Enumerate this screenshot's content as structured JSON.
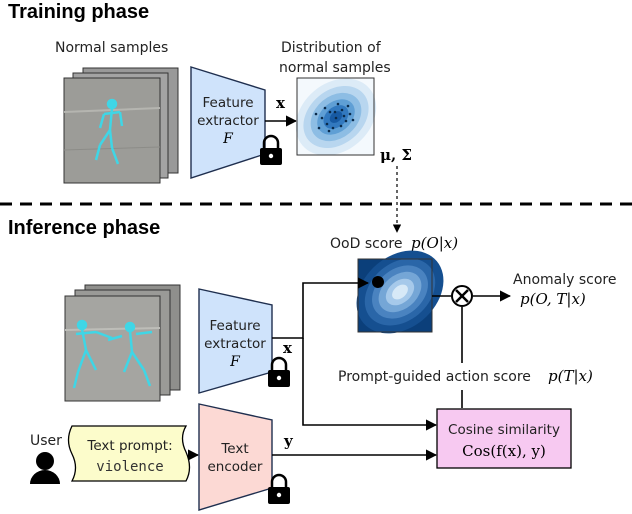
{
  "training": {
    "heading": "Training phase",
    "normal_samples_label": "Normal samples",
    "distribution_label_1": "Distribution of",
    "distribution_label_2": "normal samples",
    "extractor_line1": "Feature",
    "extractor_line2": "extractor",
    "extractor_symbol": "F",
    "x_symbol": "x",
    "params": "μ, Σ"
  },
  "inference": {
    "heading": "Inference phase",
    "ood_label": "OoD score",
    "ood_expr": "p(O|x)",
    "anomaly_label": "Anomaly score",
    "anomaly_expr": "p(O, T|x)",
    "extractor_line1": "Feature",
    "extractor_line2": "extractor",
    "extractor_symbol": "F",
    "x_symbol": "x",
    "y_symbol": "y",
    "prompt_label": "Prompt-guided action score",
    "prompt_expr": "p(T|x)",
    "user_label": "User",
    "text_prompt_label": "Text prompt:",
    "text_prompt_value": "violence",
    "encoder_line1": "Text",
    "encoder_line2": "encoder",
    "cosine_label": "Cosine similarity",
    "cosine_expr": "Cos(f(x), y)"
  },
  "colors": {
    "extractor_fill": "#cfe3fb",
    "extractor_stroke": "#1f2f4f",
    "encoder_fill": "#fcd9d4",
    "cosine_fill": "#f7c9f1",
    "prompt_fill": "#fcfccb",
    "heatmap_dark": "#0d4a8a",
    "heatmap_light": "#e6f2fb"
  },
  "icons": [
    "lock-icon",
    "user-icon",
    "multiply-icon"
  ]
}
